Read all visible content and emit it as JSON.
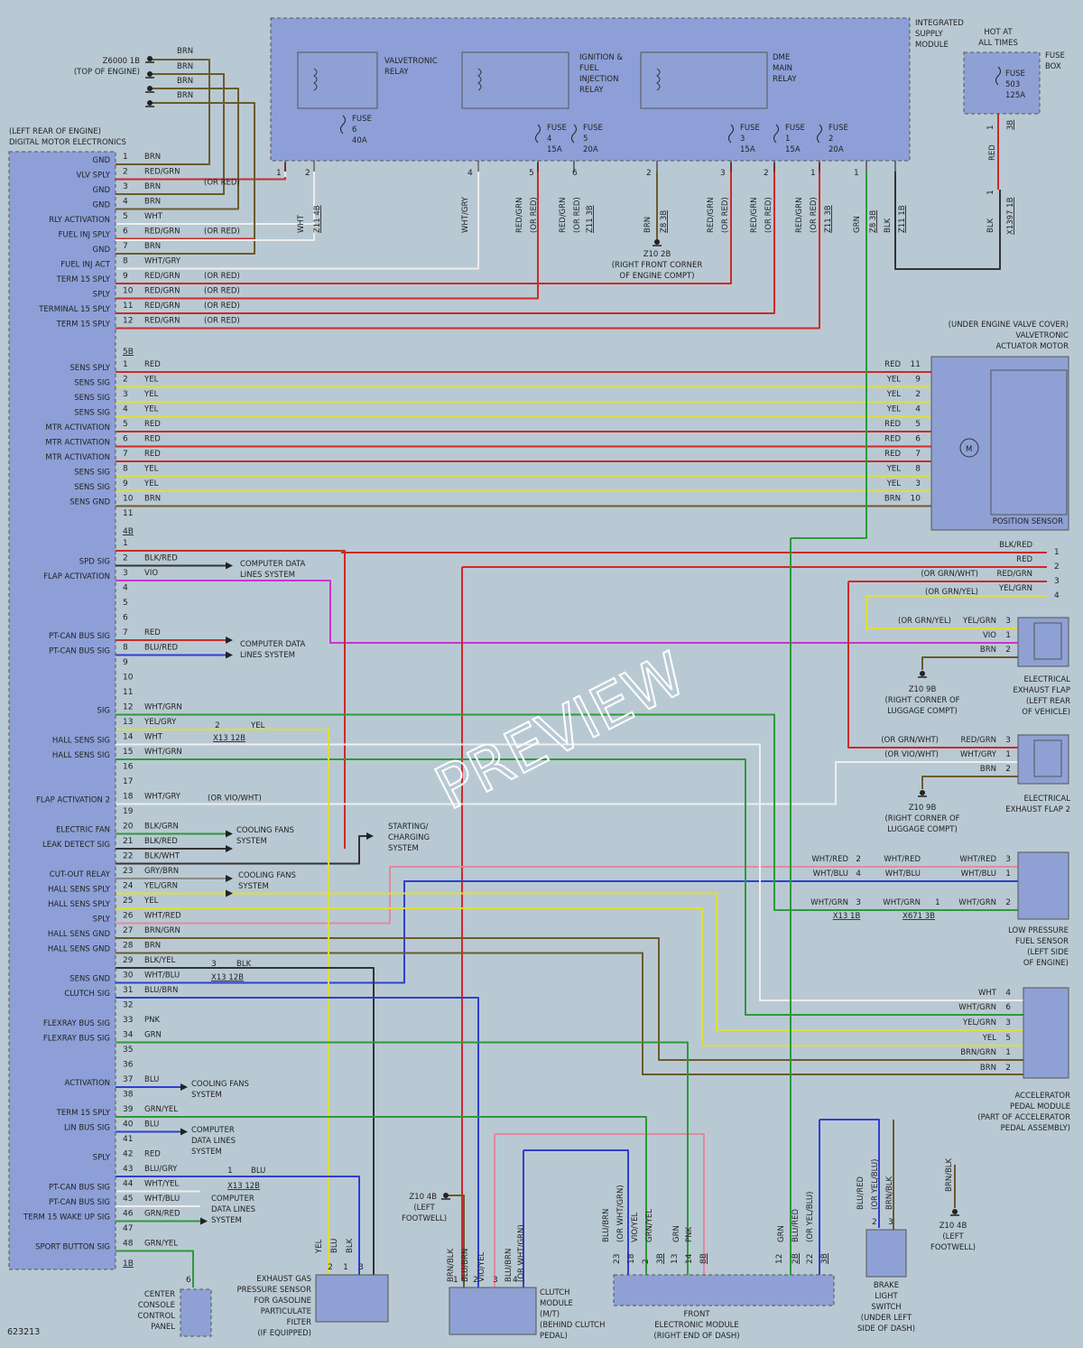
{
  "diagram_id": "623213",
  "watermark": "PREVIEW",
  "colors": {
    "background": "#b9c9d3",
    "module_fill": "#8d9fd6",
    "component_fill": "#8fa1d4",
    "red": "#cc2a2a",
    "yel": "#dede3a",
    "brn": "#6b5a2c",
    "wht": "#eeeeee",
    "grn": "#2c9a3a",
    "blu": "#2f3fd0",
    "vio": "#cc33cc",
    "pnk": "#e08aa0",
    "gry": "#8a8a8a",
    "blk": "#333333"
  },
  "ground_top": {
    "label": "Z6000 1B",
    "sub": "(TOP OF ENGINE)",
    "wires": [
      "BRN",
      "BRN",
      "BRN",
      "BRN"
    ]
  },
  "dme": {
    "location": "(LEFT REAR OF ENGINE)",
    "name": "DIGITAL MOTOR ELECTRONICS",
    "connector_5b": "5B",
    "connector_4b": "4B",
    "connector_1b": "1B",
    "group1": [
      {
        "pin": "1",
        "label": "GND",
        "wire": "BRN"
      },
      {
        "pin": "2",
        "label": "VLV SPLY",
        "wire": "RED/GRN",
        "alt": "(OR RED)"
      },
      {
        "pin": "3",
        "label": "GND",
        "wire": "BRN"
      },
      {
        "pin": "4",
        "label": "GND",
        "wire": "BRN"
      },
      {
        "pin": "5",
        "label": "RLY ACTIVATION",
        "wire": "WHT"
      },
      {
        "pin": "6",
        "label": "FUEL INJ SPLY",
        "wire": "RED/GRN",
        "alt": "(OR RED)"
      },
      {
        "pin": "7",
        "label": "GND",
        "wire": "BRN"
      },
      {
        "pin": "8",
        "label": "FUEL INJ ACT",
        "wire": "WHT/GRY"
      },
      {
        "pin": "9",
        "label": "TERM 15 SPLY",
        "wire": "RED/GRN",
        "alt": "(OR RED)"
      },
      {
        "pin": "10",
        "label": "SPLY",
        "wire": "RED/GRN",
        "alt": "(OR RED)"
      },
      {
        "pin": "11",
        "label": "TERMINAL 15 SPLY",
        "wire": "RED/GRN",
        "alt": "(OR RED)"
      },
      {
        "pin": "12",
        "label": "TERM 15 SPLY",
        "wire": "RED/GRN",
        "alt": "(OR RED)"
      }
    ],
    "group2": [
      {
        "pin": "1",
        "label": "SENS SPLY",
        "wire": "RED",
        "rpin": "11"
      },
      {
        "pin": "2",
        "label": "SENS SIG",
        "wire": "YEL",
        "rpin": "9"
      },
      {
        "pin": "3",
        "label": "SENS SIG",
        "wire": "YEL",
        "rpin": "2"
      },
      {
        "pin": "4",
        "label": "SENS SIG",
        "wire": "YEL",
        "rpin": "4"
      },
      {
        "pin": "5",
        "label": "MTR ACTIVATION",
        "wire": "RED",
        "rpin": "5"
      },
      {
        "pin": "6",
        "label": "MTR ACTIVATION",
        "wire": "RED",
        "rpin": "6"
      },
      {
        "pin": "7",
        "label": "MTR ACTIVATION",
        "wire": "RED",
        "rpin": "7"
      },
      {
        "pin": "8",
        "label": "SENS SIG",
        "wire": "YEL",
        "rpin": "8"
      },
      {
        "pin": "9",
        "label": "SENS SIG",
        "wire": "YEL",
        "rpin": "3"
      },
      {
        "pin": "10",
        "label": "SENS GND",
        "wire": "BRN",
        "rpin": "10"
      },
      {
        "pin": "11",
        "label": "",
        "wire": "",
        "rpin": ""
      }
    ],
    "group3": [
      {
        "pin": "1",
        "label": "",
        "wire": ""
      },
      {
        "pin": "2",
        "label": "SPD SIG",
        "wire": "BLK/RED"
      },
      {
        "pin": "3",
        "label": "FLAP ACTIVATION",
        "wire": "VIO"
      },
      {
        "pin": "4",
        "label": "",
        "wire": ""
      },
      {
        "pin": "5",
        "label": "",
        "wire": ""
      },
      {
        "pin": "6",
        "label": "",
        "wire": ""
      },
      {
        "pin": "7",
        "label": "PT-CAN BUS SIG",
        "wire": "RED"
      },
      {
        "pin": "8",
        "label": "PT-CAN BUS SIG",
        "wire": "BLU/RED"
      },
      {
        "pin": "9",
        "label": "",
        "wire": ""
      },
      {
        "pin": "10",
        "label": "",
        "wire": ""
      },
      {
        "pin": "11",
        "label": "",
        "wire": ""
      },
      {
        "pin": "12",
        "label": "SIG",
        "wire": "WHT/GRN"
      },
      {
        "pin": "13",
        "label": "",
        "wire": "YEL/GRY"
      },
      {
        "pin": "14",
        "label": "HALL SENS SIG",
        "wire": "WHT"
      },
      {
        "pin": "15",
        "label": "HALL SENS SIG",
        "wire": "WHT/GRN"
      },
      {
        "pin": "16",
        "label": "",
        "wire": ""
      },
      {
        "pin": "17",
        "label": "",
        "wire": ""
      },
      {
        "pin": "18",
        "label": "FLAP ACTIVATION 2",
        "wire": "WHT/GRY",
        "alt": "(OR VIO/WHT)"
      },
      {
        "pin": "19",
        "label": "",
        "wire": ""
      },
      {
        "pin": "20",
        "label": "ELECTRIC FAN",
        "wire": "BLK/GRN"
      },
      {
        "pin": "21",
        "label": "LEAK DETECT SIG",
        "wire": "BLK/RED"
      },
      {
        "pin": "22",
        "label": "",
        "wire": "BLK/WHT"
      },
      {
        "pin": "23",
        "label": "CUT-OUT RELAY",
        "wire": "GRY/BRN"
      },
      {
        "pin": "24",
        "label": "HALL SENS SPLY",
        "wire": "YEL/GRN"
      },
      {
        "pin": "25",
        "label": "HALL SENS SPLY",
        "wire": "YEL"
      },
      {
        "pin": "26",
        "label": "SPLY",
        "wire": "WHT/RED"
      },
      {
        "pin": "27",
        "label": "HALL SENS GND",
        "wire": "BRN/GRN"
      },
      {
        "pin": "28",
        "label": "HALL SENS GND",
        "wire": "BRN"
      },
      {
        "pin": "29",
        "label": "",
        "wire": "BLK/YEL"
      },
      {
        "pin": "30",
        "label": "SENS GND",
        "wire": "WHT/BLU"
      },
      {
        "pin": "31",
        "label": "CLUTCH SIG",
        "wire": "BLU/BRN"
      },
      {
        "pin": "32",
        "label": "",
        "wire": ""
      },
      {
        "pin": "33",
        "label": "FLEXRAY BUS SIG",
        "wire": "PNK"
      },
      {
        "pin": "34",
        "label": "FLEXRAY BUS SIG",
        "wire": "GRN"
      },
      {
        "pin": "35",
        "label": "",
        "wire": ""
      },
      {
        "pin": "36",
        "label": "",
        "wire": ""
      },
      {
        "pin": "37",
        "label": "ACTIVATION",
        "wire": "BLU"
      },
      {
        "pin": "38",
        "label": "",
        "wire": ""
      },
      {
        "pin": "39",
        "label": "TERM 15 SPLY",
        "wire": "GRN/YEL"
      },
      {
        "pin": "40",
        "label": "LIN BUS SIG",
        "wire": "BLU"
      },
      {
        "pin": "41",
        "label": "",
        "wire": ""
      },
      {
        "pin": "42",
        "label": "SPLY",
        "wire": "RED"
      },
      {
        "pin": "43",
        "label": "",
        "wire": "BLU/GRY"
      },
      {
        "pin": "44",
        "label": "PT-CAN BUS SIG",
        "wire": "WHT/YEL"
      },
      {
        "pin": "45",
        "label": "PT-CAN BUS SIG",
        "wire": "WHT/BLU"
      },
      {
        "pin": "46",
        "label": "TERM 15 WAKE UP SIG",
        "wire": "GRN/RED"
      },
      {
        "pin": "47",
        "label": "",
        "wire": ""
      },
      {
        "pin": "48",
        "label": "SPORT BUTTON SIG",
        "wire": "GRN/YEL"
      }
    ]
  },
  "ism": {
    "name": [
      "INTEGRATED",
      "SUPPLY",
      "MODULE"
    ],
    "relays": [
      {
        "name": [
          "VALVETRONIC",
          "RELAY"
        ]
      },
      {
        "name": [
          "IGNITION &",
          "FUEL",
          "INJECTION",
          "RELAY"
        ]
      },
      {
        "name": [
          "DME",
          "MAIN",
          "RELAY"
        ]
      }
    ],
    "fuses": [
      {
        "lines": [
          "FUSE",
          "6",
          "40A"
        ]
      },
      {
        "lines": [
          "FUSE",
          "4",
          "15A"
        ]
      },
      {
        "lines": [
          "FUSE",
          "5",
          "20A"
        ]
      },
      {
        "lines": [
          "FUSE",
          "3",
          "15A"
        ]
      },
      {
        "lines": [
          "FUSE",
          "1",
          "15A"
        ]
      },
      {
        "lines": [
          "FUSE",
          "2",
          "20A"
        ]
      }
    ],
    "pins": [
      {
        "pin": "1",
        "wire": "WHT"
      },
      {
        "pin": "2",
        "wire": "Z11 4B"
      },
      {
        "pin": "4",
        "wire": "WHT/GRY"
      },
      {
        "pin": "5",
        "wire": "RED/GRN (OR RED)"
      },
      {
        "pin": "6",
        "wire": "RED/GRN (OR RED)"
      },
      {
        "pin": "",
        "wire": "Z11 3B"
      },
      {
        "pin": "2",
        "wire": "BRN"
      },
      {
        "pin": "",
        "wire": "Z8 3B"
      },
      {
        "pin": "3",
        "wire": "RED/GRN (OR RED)"
      },
      {
        "pin": "2",
        "wire": "RED/GRN (OR RED)"
      },
      {
        "pin": "",
        "wire": "RED/GRN (OR RED)"
      },
      {
        "pin": "1",
        "wire": "Z11 3B"
      },
      {
        "pin": "1",
        "wire": "GRN"
      },
      {
        "pin": "",
        "wire": "Z8 3B"
      },
      {
        "pin": "",
        "wire": "BLK"
      },
      {
        "pin": "",
        "wire": "Z11 1B"
      }
    ]
  },
  "hot_at_all_times": [
    "HOT AT",
    "ALL TIMES"
  ],
  "fuse_box": {
    "name": [
      "FUSE",
      "BOX"
    ],
    "fuse": [
      "FUSE",
      "503",
      "125A"
    ],
    "pin": "1",
    "conn": "3B",
    "wire": "RED",
    "wire2": "BLK",
    "conn2": "X1397 1B",
    "pin2": "1"
  },
  "ground_z10_2b": {
    "label": "Z10 2B",
    "sub": [
      "(RIGHT FRONT CORNER",
      "OF ENGINE COMPT)"
    ]
  },
  "valvetronic_motor": {
    "name": [
      "(UNDER ENGINE VALVE COVER)",
      "VALVETRONIC",
      "ACTUATOR MOTOR"
    ],
    "sub": "POSITION SENSOR",
    "motor": "M"
  },
  "right_refs": {
    "r1": {
      "wire": "BLK/RED",
      "num": "1"
    },
    "r2": {
      "wire": "RED",
      "num": "2"
    },
    "r3": {
      "wire": "RED/GRN",
      "alt": "(OR GRN/WHT)",
      "num": "3"
    },
    "r4": {
      "wire": "YEL/GRN",
      "alt": "(OR GRN/YEL)",
      "num": "4"
    }
  },
  "flap1": {
    "name": [
      "ELECTRICAL",
      "EXHAUST FLAP",
      "(LEFT REAR",
      "OF VEHICLE)"
    ],
    "pins": [
      {
        "wire": "YEL/GRN",
        "alt": "(OR GRN/YEL)",
        "pin": "3"
      },
      {
        "wire": "VIO",
        "pin": "1"
      },
      {
        "wire": "BRN",
        "pin": "2"
      }
    ],
    "ground": "Z10 9B",
    "ground_sub": [
      "(RIGHT CORNER OF",
      "LUGGAGE COMPT)"
    ]
  },
  "flap2": {
    "name": [
      "ELECTRICAL",
      "EXHAUST FLAP 2"
    ],
    "pins": [
      {
        "wire": "RED/GRN",
        "alt": "(OR GRN/WHT)",
        "pin": "3"
      },
      {
        "wire": "WHT/GRY",
        "alt": "(OR VIO/WHT)",
        "pin": "1"
      },
      {
        "wire": "BRN",
        "pin": "2"
      }
    ],
    "ground": "Z10 9B",
    "ground_sub": [
      "(RIGHT CORNER OF",
      "LUGGAGE COMPT)"
    ]
  },
  "lpfs": {
    "name": [
      "LOW PRESSURE",
      "FUEL SENSOR",
      "(LEFT SIDE",
      "OF ENGINE)"
    ],
    "rows": [
      {
        "w1": "WHT/RED",
        "p1": "2",
        "w2": "WHT/RED",
        "w3": "WHT/RED",
        "p3": "3"
      },
      {
        "w1": "WHT/BLU",
        "p1": "4",
        "w2": "WHT/BLU",
        "w3": "WHT/BLU",
        "p3": "1"
      },
      {
        "w1": "WHT/GRN",
        "p1": "3",
        "w2": "WHT/GRN",
        "w3": "WHT/GRN",
        "p3": "2"
      }
    ],
    "conn1": "X13 1B",
    "conn2": "X671 3B",
    "conn2_pin": "1"
  },
  "apm": {
    "name": [
      "ACCELERATOR",
      "PEDAL MODULE",
      "(PART OF ACCELERATOR",
      "PEDAL ASSEMBLY)"
    ],
    "pins": [
      {
        "wire": "WHT",
        "pin": "4"
      },
      {
        "wire": "WHT/GRN",
        "pin": "6"
      },
      {
        "wire": "YEL/GRN",
        "pin": "3"
      },
      {
        "wire": "YEL",
        "pin": "5"
      },
      {
        "wire": "BRN/GRN",
        "pin": "1"
      },
      {
        "wire": "BRN",
        "pin": "2"
      }
    ]
  },
  "refs": {
    "cdl": [
      "COMPUTER DATA",
      "LINES SYSTEM"
    ],
    "cdl3": [
      "COMPUTER",
      "DATA LINES",
      "SYSTEM"
    ],
    "cfs": [
      "COOLING FANS",
      "SYSTEM"
    ],
    "scs": [
      "STARTING/",
      "CHARGING",
      "SYSTEM"
    ]
  },
  "splices": {
    "x13_12b": "X13 12B",
    "s2": "2",
    "s2_wire": "YEL",
    "s3": "3",
    "s3_wire": "BLK",
    "s1": "1",
    "s1_wire": "BLU"
  },
  "egps": {
    "name": [
      "EXHAUST GAS",
      "PRESSURE SENSOR",
      "FOR GASOLINE",
      "PARTICULATE",
      "FILTER",
      "(IF EQUIPPED)"
    ],
    "wires": [
      "YEL",
      "BLU",
      "BLK"
    ],
    "pins": [
      "2",
      "1",
      "3"
    ]
  },
  "ccp": {
    "name": [
      "CENTER",
      "CONSOLE",
      "CONTROL",
      "PANEL"
    ],
    "pin": "6"
  },
  "ground_z10_4b": {
    "label": "Z10 4B",
    "sub": [
      "(LEFT",
      "FOOTWELL)"
    ]
  },
  "clutch": {
    "name": [
      "CLUTCH",
      "MODULE",
      "(M/T)",
      "(BEHIND CLUTCH",
      "PEDAL)"
    ],
    "wires": [
      "BRN/BLK",
      "BLU/BRN",
      "VIO/YEL",
      "BLU/BRN",
      "(OR WHT/GRN)"
    ],
    "pins": [
      "1",
      "2",
      "3",
      "4"
    ]
  },
  "fem": {
    "name": [
      "FRONT",
      "ELECTRONIC MODULE",
      "(RIGHT END OF DASH)"
    ],
    "wires": [
      "BLU/BRN",
      "(OR WHT/GRN)",
      "VIO/YEL",
      "GRN/YEL",
      "GRN",
      "PNK",
      "GRN",
      "BLU/RED",
      "(OR YEL/BLU)"
    ],
    "pins": [
      "23",
      "18",
      "2",
      "3B",
      "13",
      "14",
      "8B",
      "12",
      "2B",
      "22",
      "3B"
    ]
  },
  "brake": {
    "name": [
      "BRAKE",
      "LIGHT",
      "SWITCH",
      "(UNDER LEFT",
      "SIDE OF DASH)"
    ],
    "wires": [
      "BLU/RED",
      "(OR YEL/BLU)",
      "BRN/BLK"
    ],
    "pins": [
      "2",
      "3"
    ]
  },
  "ground_z10_4b_2": {
    "wire": "BRN/BLK",
    "label": "Z10 4B",
    "sub": [
      "(LEFT",
      "FOOTWELL)"
    ]
  }
}
